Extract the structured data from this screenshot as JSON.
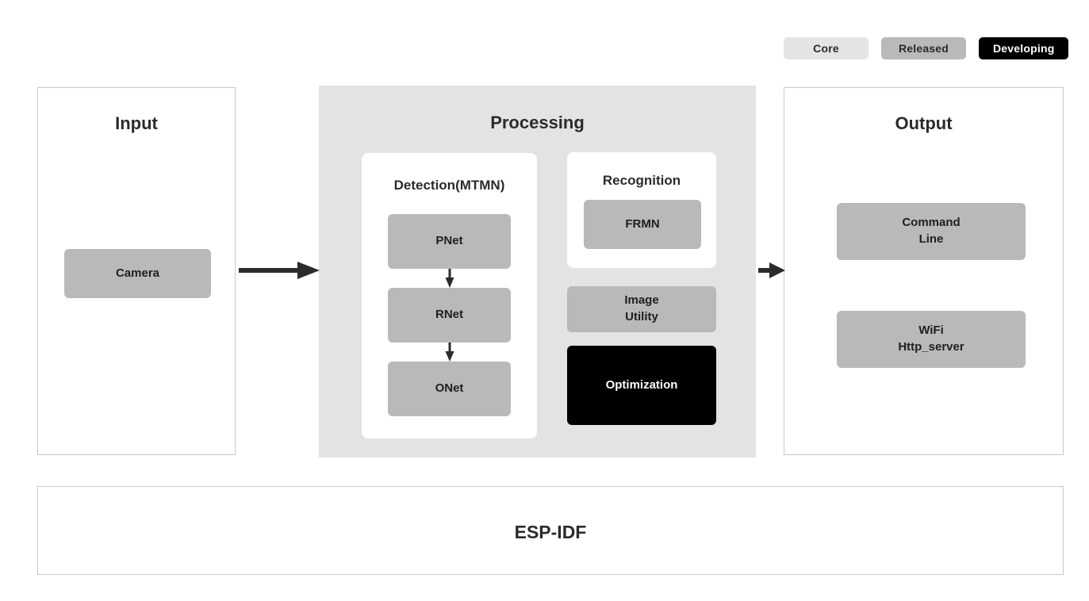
{
  "legend": {
    "items": [
      {
        "label": "Core",
        "style": "core",
        "color": "#e4e4e4"
      },
      {
        "label": "Released",
        "style": "released",
        "color": "#b9b9b9"
      },
      {
        "label": "Developing",
        "style": "developing",
        "color": "#000000"
      }
    ]
  },
  "input": {
    "title": "Input",
    "camera": "Camera"
  },
  "processing": {
    "title": "Processing",
    "detection": {
      "title": "Detection(MTMN)",
      "stages": [
        "PNet",
        "RNet",
        "ONet"
      ]
    },
    "recognition": {
      "title": "Recognition",
      "model": "FRMN"
    },
    "image_utility": "Image\nUtility",
    "optimization": "Optimization"
  },
  "output": {
    "title": "Output",
    "command_line": "Command\nLine",
    "wifi_http_server": "WiFi\nHttp_server"
  },
  "framework": {
    "title": "ESP-IDF"
  },
  "arrows": {
    "input_to_processing": "arrow-right-icon",
    "processing_to_output": "arrow-right-icon",
    "pnet_to_rnet": "arrow-down-icon",
    "rnet_to_onet": "arrow-down-icon"
  },
  "colors": {
    "core": "#e4e4e4",
    "released": "#b9b9b9",
    "developing": "#000000",
    "panel_background": "#e3e3e3",
    "panel_border": "#c9c9c9",
    "arrow": "#2b2b2b"
  }
}
